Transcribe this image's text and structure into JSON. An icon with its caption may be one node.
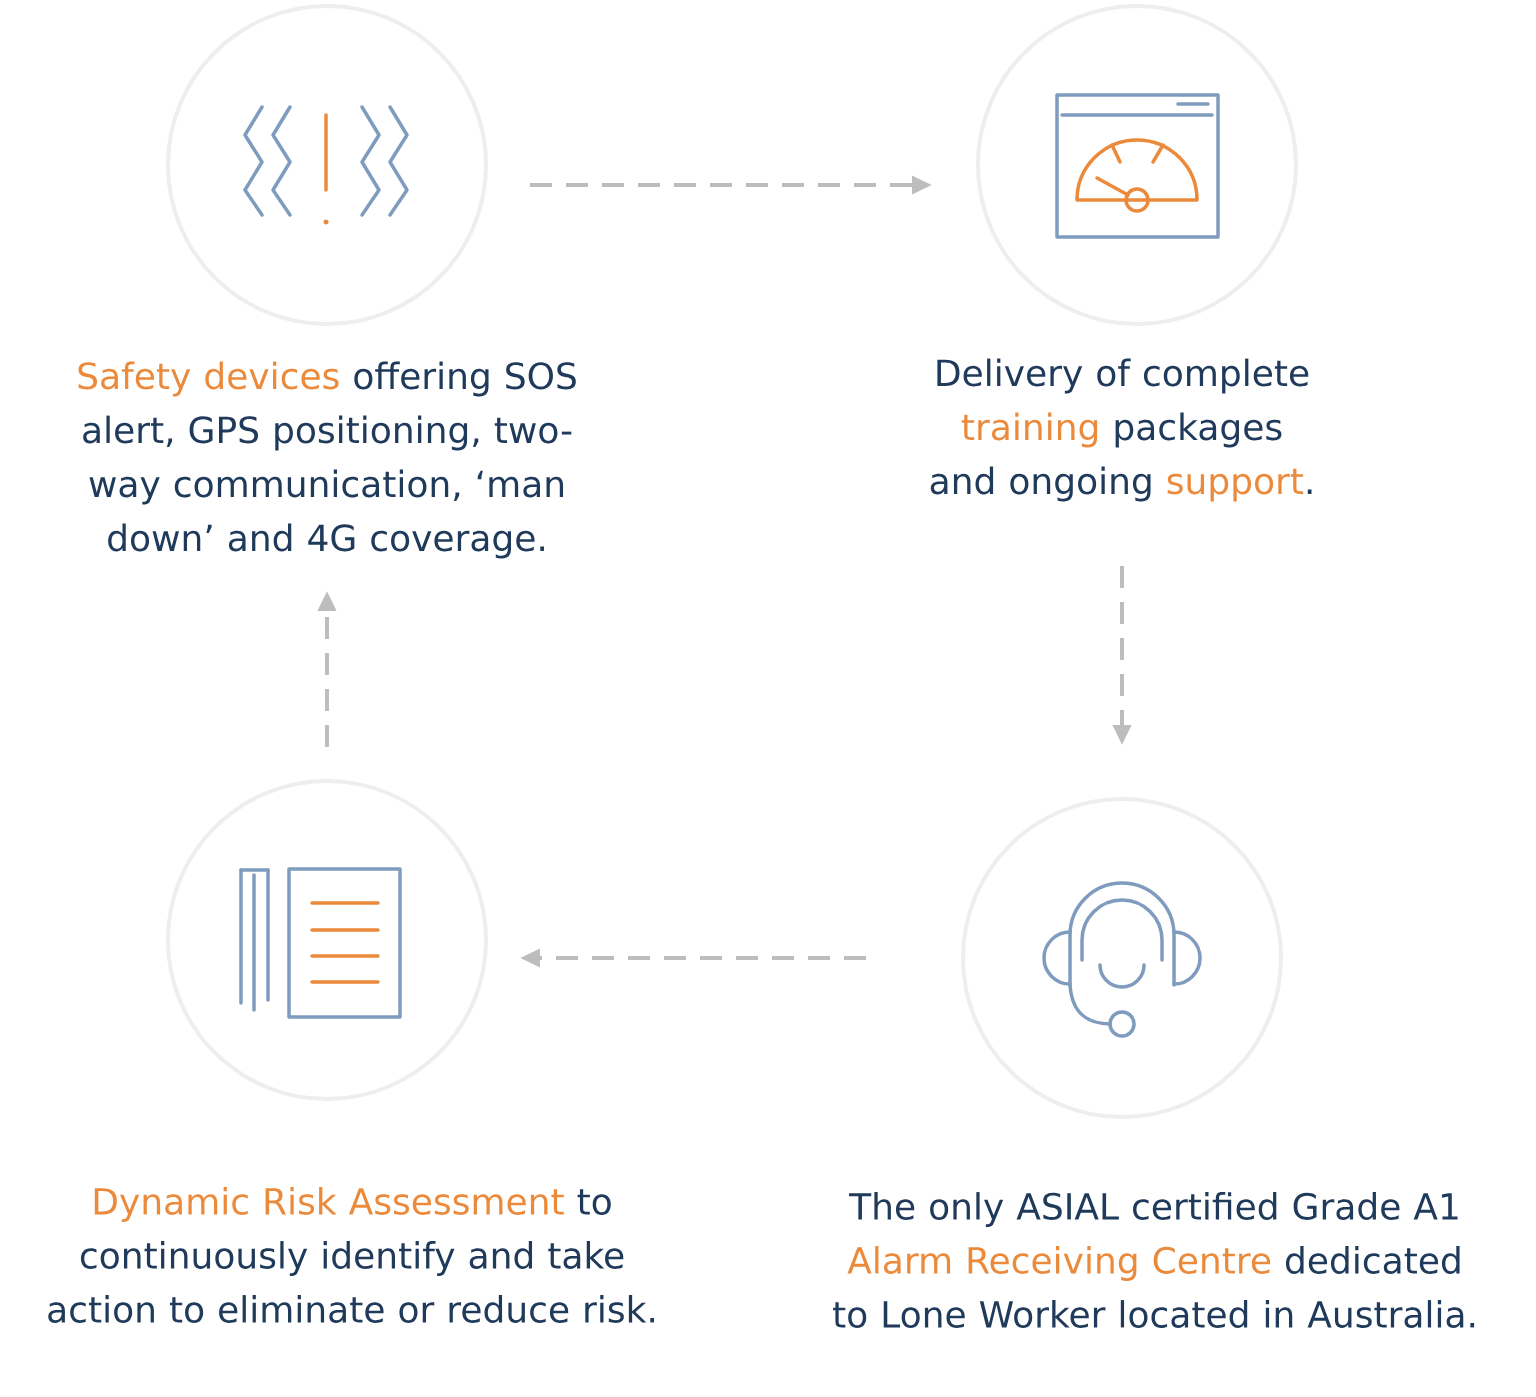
{
  "diagram": {
    "nodes": [
      {
        "text": [],
        "shape": "circle",
        "beside": [
          "Safety devices",
          "offering SOS alert, GPS positioning, two-way communication, ‘man down’ and 4G coverage."
        ]
      },
      {
        "text": [],
        "shape": "circle",
        "beside": [
          "Delivery of complete",
          "training",
          "packages and ongoing",
          "support",
          "."
        ]
      },
      {
        "text": [],
        "shape": "circle",
        "beside": [
          "Dynamic Risk Assessment",
          "to continuously identify and take action to eliminate or reduce risk."
        ]
      },
      {
        "text": [],
        "shape": "circle",
        "beside": [
          "The only ASIAL certified Grade A1",
          "Alarm Receiving Centre",
          "dedicated to Lone Worker located in Australia."
        ]
      }
    ],
    "edges": [
      {
        "from": 0,
        "to": 1,
        "arrow": "to",
        "style": "dashed"
      },
      {
        "from": 1,
        "to": 3,
        "arrow": "to",
        "style": "dashed"
      },
      {
        "from": 3,
        "to": 2,
        "arrow": "to",
        "style": "dashed"
      },
      {
        "from": 2,
        "to": 0,
        "arrow": "to",
        "style": "dashed"
      }
    ]
  }
}
